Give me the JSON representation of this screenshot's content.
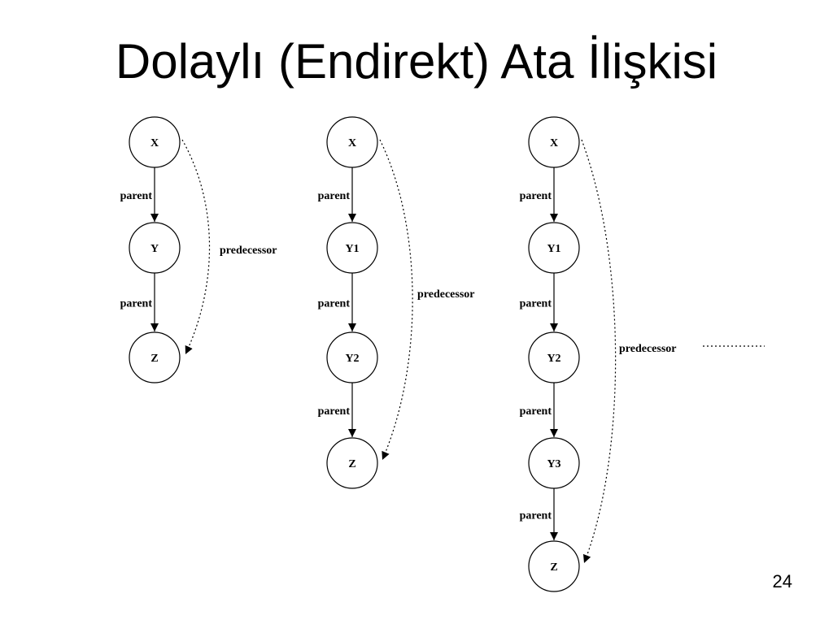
{
  "slide": {
    "title": "Dolaylı (Endirekt) Ata İlişkisi",
    "page_number": "24"
  },
  "diagrams": [
    {
      "nodes": [
        "X",
        "Y",
        "Z"
      ],
      "parent_label": "parent",
      "predecessor_label": "predecessor"
    },
    {
      "nodes": [
        "X",
        "Y1",
        "Y2",
        "Z"
      ],
      "parent_label": "parent",
      "predecessor_label": "predecessor"
    },
    {
      "nodes": [
        "X",
        "Y1",
        "Y2",
        "Y3",
        "Z"
      ],
      "parent_label": "parent",
      "predecessor_label": "predecessor",
      "continuation": "..........."
    }
  ]
}
